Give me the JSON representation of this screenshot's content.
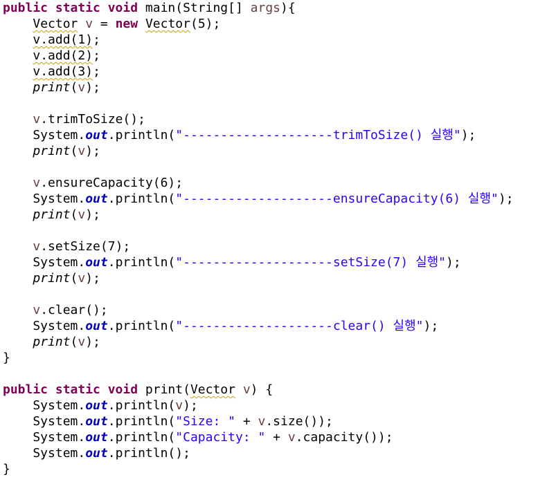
{
  "editor": {
    "lines": [
      [
        {
          "t": "public static void",
          "c": "kw"
        },
        {
          "t": " main(String[] ",
          "c": "plain"
        },
        {
          "t": "args",
          "c": "var"
        },
        {
          "t": "){",
          "c": "plain"
        }
      ],
      [
        {
          "t": "    ",
          "c": "plain"
        },
        {
          "t": "Vector",
          "c": "plain",
          "w": true
        },
        {
          "t": " ",
          "c": "plain"
        },
        {
          "t": "v",
          "c": "var"
        },
        {
          "t": " = ",
          "c": "plain"
        },
        {
          "t": "new",
          "c": "kw"
        },
        {
          "t": " ",
          "c": "plain"
        },
        {
          "t": "Vector",
          "c": "plain",
          "w": true
        },
        {
          "t": "(5);",
          "c": "plain"
        }
      ],
      [
        {
          "t": "    ",
          "c": "plain"
        },
        {
          "t": "v.add(1)",
          "c": "plain",
          "w": true
        },
        {
          "t": ";",
          "c": "plain"
        }
      ],
      [
        {
          "t": "    ",
          "c": "plain"
        },
        {
          "t": "v.add(2)",
          "c": "plain",
          "w": true
        },
        {
          "t": ";",
          "c": "plain"
        }
      ],
      [
        {
          "t": "    ",
          "c": "plain"
        },
        {
          "t": "v.add(3)",
          "c": "plain",
          "w": true
        },
        {
          "t": ";",
          "c": "plain"
        }
      ],
      [
        {
          "t": "    ",
          "c": "plain"
        },
        {
          "t": "print",
          "c": "sm"
        },
        {
          "t": "(",
          "c": "plain"
        },
        {
          "t": "v",
          "c": "var"
        },
        {
          "t": ");",
          "c": "plain"
        }
      ],
      [],
      [
        {
          "t": "    ",
          "c": "plain"
        },
        {
          "t": "v",
          "c": "var"
        },
        {
          "t": ".trimToSize();",
          "c": "plain"
        }
      ],
      [
        {
          "t": "    System.",
          "c": "plain"
        },
        {
          "t": "out",
          "c": "fld"
        },
        {
          "t": ".println(",
          "c": "plain"
        },
        {
          "t": "\"--------------------trimToSize() 실행\"",
          "c": "str"
        },
        {
          "t": ");",
          "c": "plain"
        }
      ],
      [
        {
          "t": "    ",
          "c": "plain"
        },
        {
          "t": "print",
          "c": "sm"
        },
        {
          "t": "(",
          "c": "plain"
        },
        {
          "t": "v",
          "c": "var"
        },
        {
          "t": ");",
          "c": "plain"
        }
      ],
      [],
      [
        {
          "t": "    ",
          "c": "plain"
        },
        {
          "t": "v",
          "c": "var"
        },
        {
          "t": ".ensureCapacity(6);",
          "c": "plain"
        }
      ],
      [
        {
          "t": "    System.",
          "c": "plain"
        },
        {
          "t": "out",
          "c": "fld"
        },
        {
          "t": ".println(",
          "c": "plain"
        },
        {
          "t": "\"--------------------ensureCapacity(6) 실행\"",
          "c": "str"
        },
        {
          "t": ");",
          "c": "plain"
        }
      ],
      [
        {
          "t": "    ",
          "c": "plain"
        },
        {
          "t": "print",
          "c": "sm"
        },
        {
          "t": "(",
          "c": "plain"
        },
        {
          "t": "v",
          "c": "var"
        },
        {
          "t": ");",
          "c": "plain"
        }
      ],
      [],
      [
        {
          "t": "    ",
          "c": "plain"
        },
        {
          "t": "v",
          "c": "var"
        },
        {
          "t": ".setSize(7);",
          "c": "plain"
        }
      ],
      [
        {
          "t": "    System.",
          "c": "plain"
        },
        {
          "t": "out",
          "c": "fld"
        },
        {
          "t": ".println(",
          "c": "plain"
        },
        {
          "t": "\"--------------------setSize(7) 실행\"",
          "c": "str"
        },
        {
          "t": ");",
          "c": "plain"
        }
      ],
      [
        {
          "t": "    ",
          "c": "plain"
        },
        {
          "t": "print",
          "c": "sm"
        },
        {
          "t": "(",
          "c": "plain"
        },
        {
          "t": "v",
          "c": "var"
        },
        {
          "t": ");",
          "c": "plain"
        }
      ],
      [],
      [
        {
          "t": "    ",
          "c": "plain"
        },
        {
          "t": "v",
          "c": "var"
        },
        {
          "t": ".clear();",
          "c": "plain"
        }
      ],
      [
        {
          "t": "    System.",
          "c": "plain"
        },
        {
          "t": "out",
          "c": "fld"
        },
        {
          "t": ".println(",
          "c": "plain"
        },
        {
          "t": "\"--------------------clear() 실행\"",
          "c": "str"
        },
        {
          "t": ");",
          "c": "plain"
        }
      ],
      [
        {
          "t": "    ",
          "c": "plain"
        },
        {
          "t": "print",
          "c": "sm"
        },
        {
          "t": "(",
          "c": "plain"
        },
        {
          "t": "v",
          "c": "var"
        },
        {
          "t": ");",
          "c": "plain"
        }
      ],
      [
        {
          "t": "}",
          "c": "plain"
        }
      ],
      [],
      [
        {
          "t": "public static void",
          "c": "kw"
        },
        {
          "t": " print(",
          "c": "plain"
        },
        {
          "t": "Vector",
          "c": "plain",
          "w": true
        },
        {
          "t": " ",
          "c": "plain"
        },
        {
          "t": "v",
          "c": "var"
        },
        {
          "t": ") {",
          "c": "plain"
        }
      ],
      [
        {
          "t": "    System.",
          "c": "plain"
        },
        {
          "t": "out",
          "c": "fld"
        },
        {
          "t": ".println(",
          "c": "plain"
        },
        {
          "t": "v",
          "c": "var"
        },
        {
          "t": ");",
          "c": "plain"
        }
      ],
      [
        {
          "t": "    System.",
          "c": "plain"
        },
        {
          "t": "out",
          "c": "fld"
        },
        {
          "t": ".println(",
          "c": "plain"
        },
        {
          "t": "\"Size: \"",
          "c": "str"
        },
        {
          "t": " + ",
          "c": "plain"
        },
        {
          "t": "v",
          "c": "var"
        },
        {
          "t": ".size());",
          "c": "plain"
        }
      ],
      [
        {
          "t": "    System.",
          "c": "plain"
        },
        {
          "t": "out",
          "c": "fld"
        },
        {
          "t": ".println(",
          "c": "plain"
        },
        {
          "t": "\"Capacity: \"",
          "c": "str"
        },
        {
          "t": " + ",
          "c": "plain"
        },
        {
          "t": "v",
          "c": "var"
        },
        {
          "t": ".capacity());",
          "c": "plain"
        }
      ],
      [
        {
          "t": "    System.",
          "c": "plain"
        },
        {
          "t": "out",
          "c": "fld"
        },
        {
          "t": ".println();",
          "c": "plain"
        }
      ],
      [
        {
          "t": "}",
          "c": "plain"
        }
      ]
    ],
    "colors": {
      "keyword": "#7f0055",
      "string": "#2a00ff",
      "variable": "#6a3e3e",
      "static_field": "#0000c0",
      "warning_underline": "#c8a000",
      "background": "#ffffff"
    }
  }
}
